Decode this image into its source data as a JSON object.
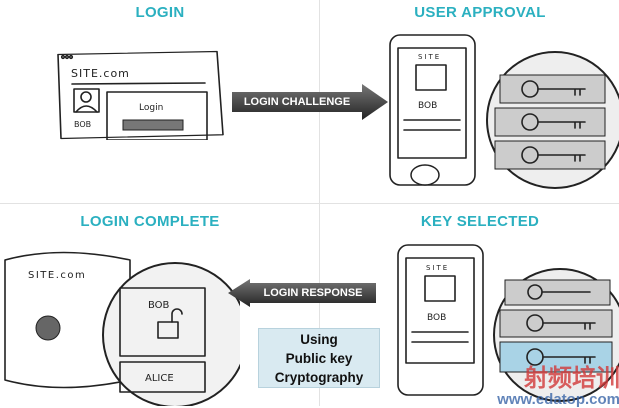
{
  "panels": {
    "login": {
      "title": "LOGIN",
      "site": "SITE.com",
      "user": "BOB",
      "box_label": "Login"
    },
    "user_approval": {
      "title": "USER APPROVAL",
      "site": "SITE",
      "user": "BOB"
    },
    "login_complete": {
      "title": "LOGIN COMPLETE",
      "site": "SITE.com",
      "user": "BOB",
      "other_user": "ALICE"
    },
    "key_selected": {
      "title": "KEY SELECTED",
      "site": "SITE",
      "user": "BOB"
    }
  },
  "arrows": {
    "challenge": "LOGIN CHALLENGE",
    "response": "LOGIN RESPONSE"
  },
  "note": {
    "line1": "Using",
    "line2": "Public key",
    "line3": "Cryptography"
  },
  "watermark": {
    "brand": "射频培训",
    "url": "www.edatop.com"
  },
  "colors": {
    "title": "#2bb0c0",
    "note_bg": "#d9eaf1",
    "arrow": "#3a3a3a",
    "key_highlight": "#a9d3e6"
  }
}
